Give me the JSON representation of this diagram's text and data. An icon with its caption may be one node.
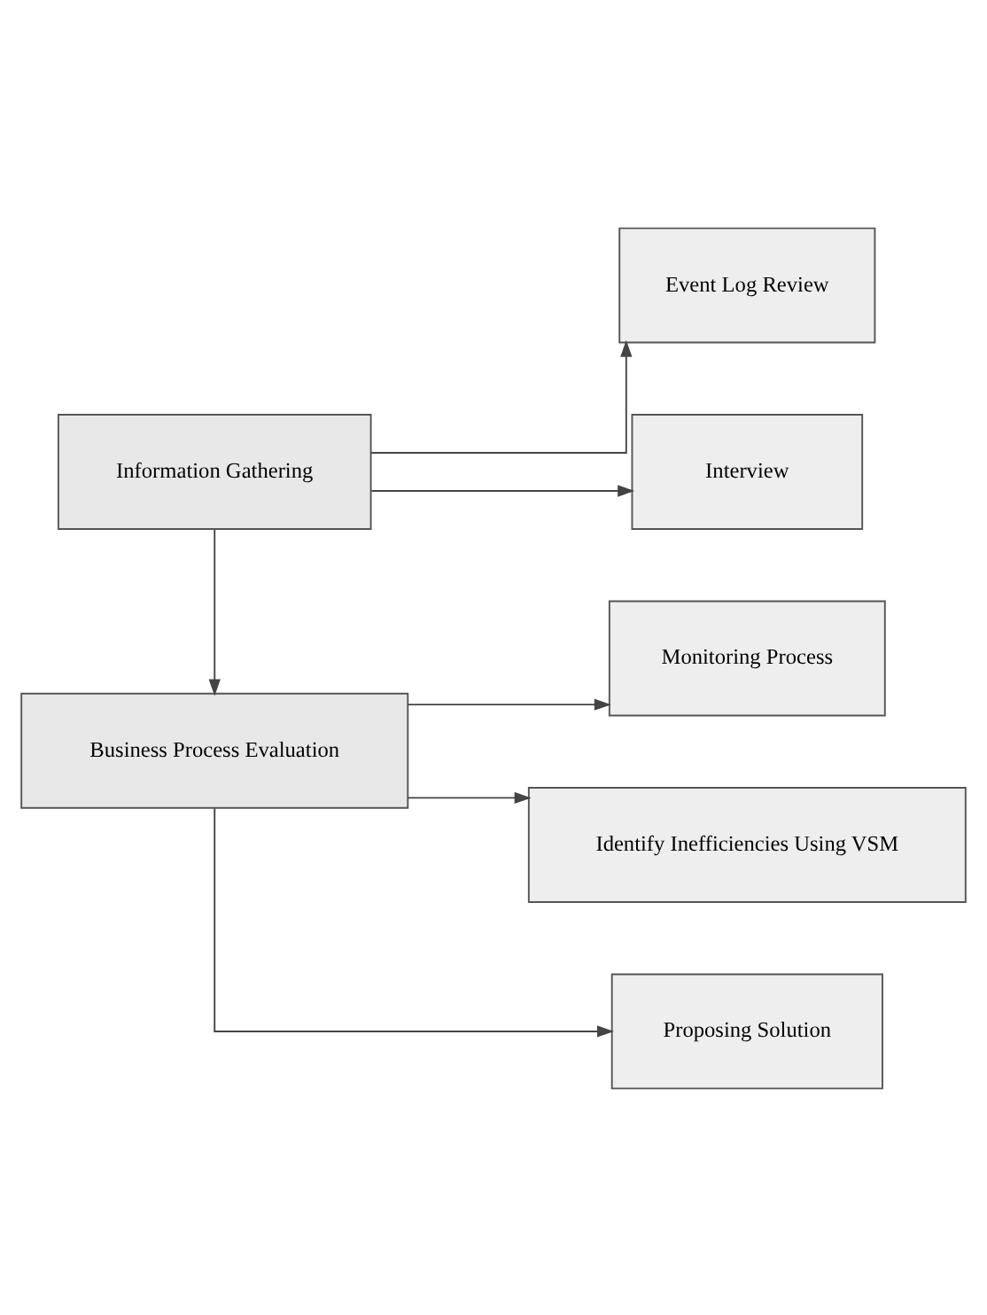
{
  "diagram": {
    "nodes": [
      {
        "text": [
          "Information Gathering"
        ]
      },
      {
        "text": [
          "Event Log Review"
        ]
      },
      {
        "text": [
          "Interview"
        ]
      },
      {
        "text": [
          "Business Process Evaluation"
        ]
      },
      {
        "text": [
          "Monitoring Process"
        ]
      },
      {
        "text": [
          "Identify Inefficiencies Using VSM"
        ]
      },
      {
        "text": [
          "Proposing Solution"
        ]
      }
    ],
    "edges": [
      {
        "from": 0,
        "to": 1,
        "arrow": "to"
      },
      {
        "from": 0,
        "to": 2,
        "arrow": "to"
      },
      {
        "from": 0,
        "to": 3,
        "arrow": "to"
      },
      {
        "from": 3,
        "to": 4,
        "arrow": "to"
      },
      {
        "from": 3,
        "to": 5,
        "arrow": "to"
      },
      {
        "from": 3,
        "to": 6,
        "arrow": "to"
      }
    ]
  }
}
